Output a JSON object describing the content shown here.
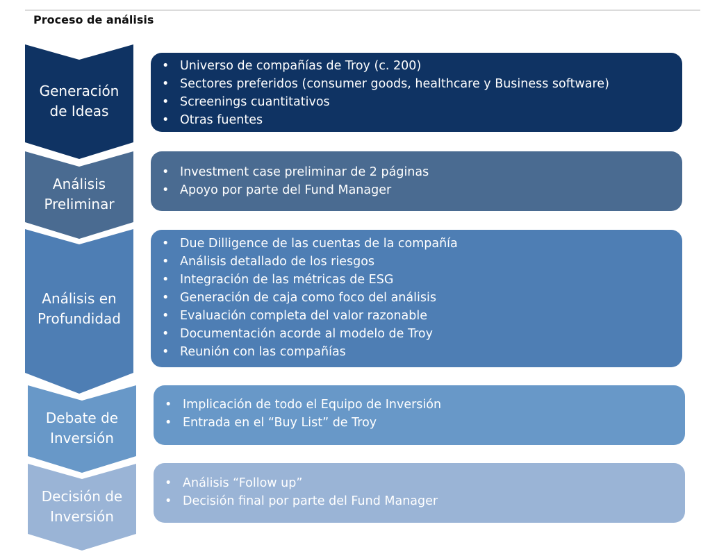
{
  "title": "Proceso de análisis",
  "bullet": "•",
  "stages": [
    {
      "label": "Generación\nde Ideas",
      "color": "#0f3363",
      "items": [
        "Universo de compañías de Troy (c. 200)",
        "Sectores preferidos (consumer goods, healthcare y Business software)",
        "Screenings cuantitativos",
        "Otras fuentes"
      ]
    },
    {
      "label": "Análisis\nPreliminar",
      "color": "#4a6b91",
      "items": [
        "Investment case preliminar de 2 páginas",
        "Apoyo por parte del Fund Manager"
      ]
    },
    {
      "label": "Análisis en\nProfundidad",
      "color": "#4e7eb4",
      "items": [
        "Due Dilligence de las cuentas de la compañía",
        "Análisis detallado de los riesgos",
        "Integración de las métricas de ESG",
        "Generación de caja como foco del análisis",
        "Evaluación completa del valor razonable",
        "Documentación acorde al modelo de Troy",
        "Reunión con las compañías"
      ]
    },
    {
      "label": "Debate de\nInversión",
      "color": "#6898c8",
      "items": [
        "Implicación de todo el Equipo de Inversión",
        "Entrada en el “Buy List” de Troy"
      ]
    },
    {
      "label": "Decisión de\nInversión",
      "color": "#9ab4d6",
      "items": [
        "Análisis “Follow up”",
        "Decisión final por parte del Fund Manager"
      ]
    }
  ]
}
